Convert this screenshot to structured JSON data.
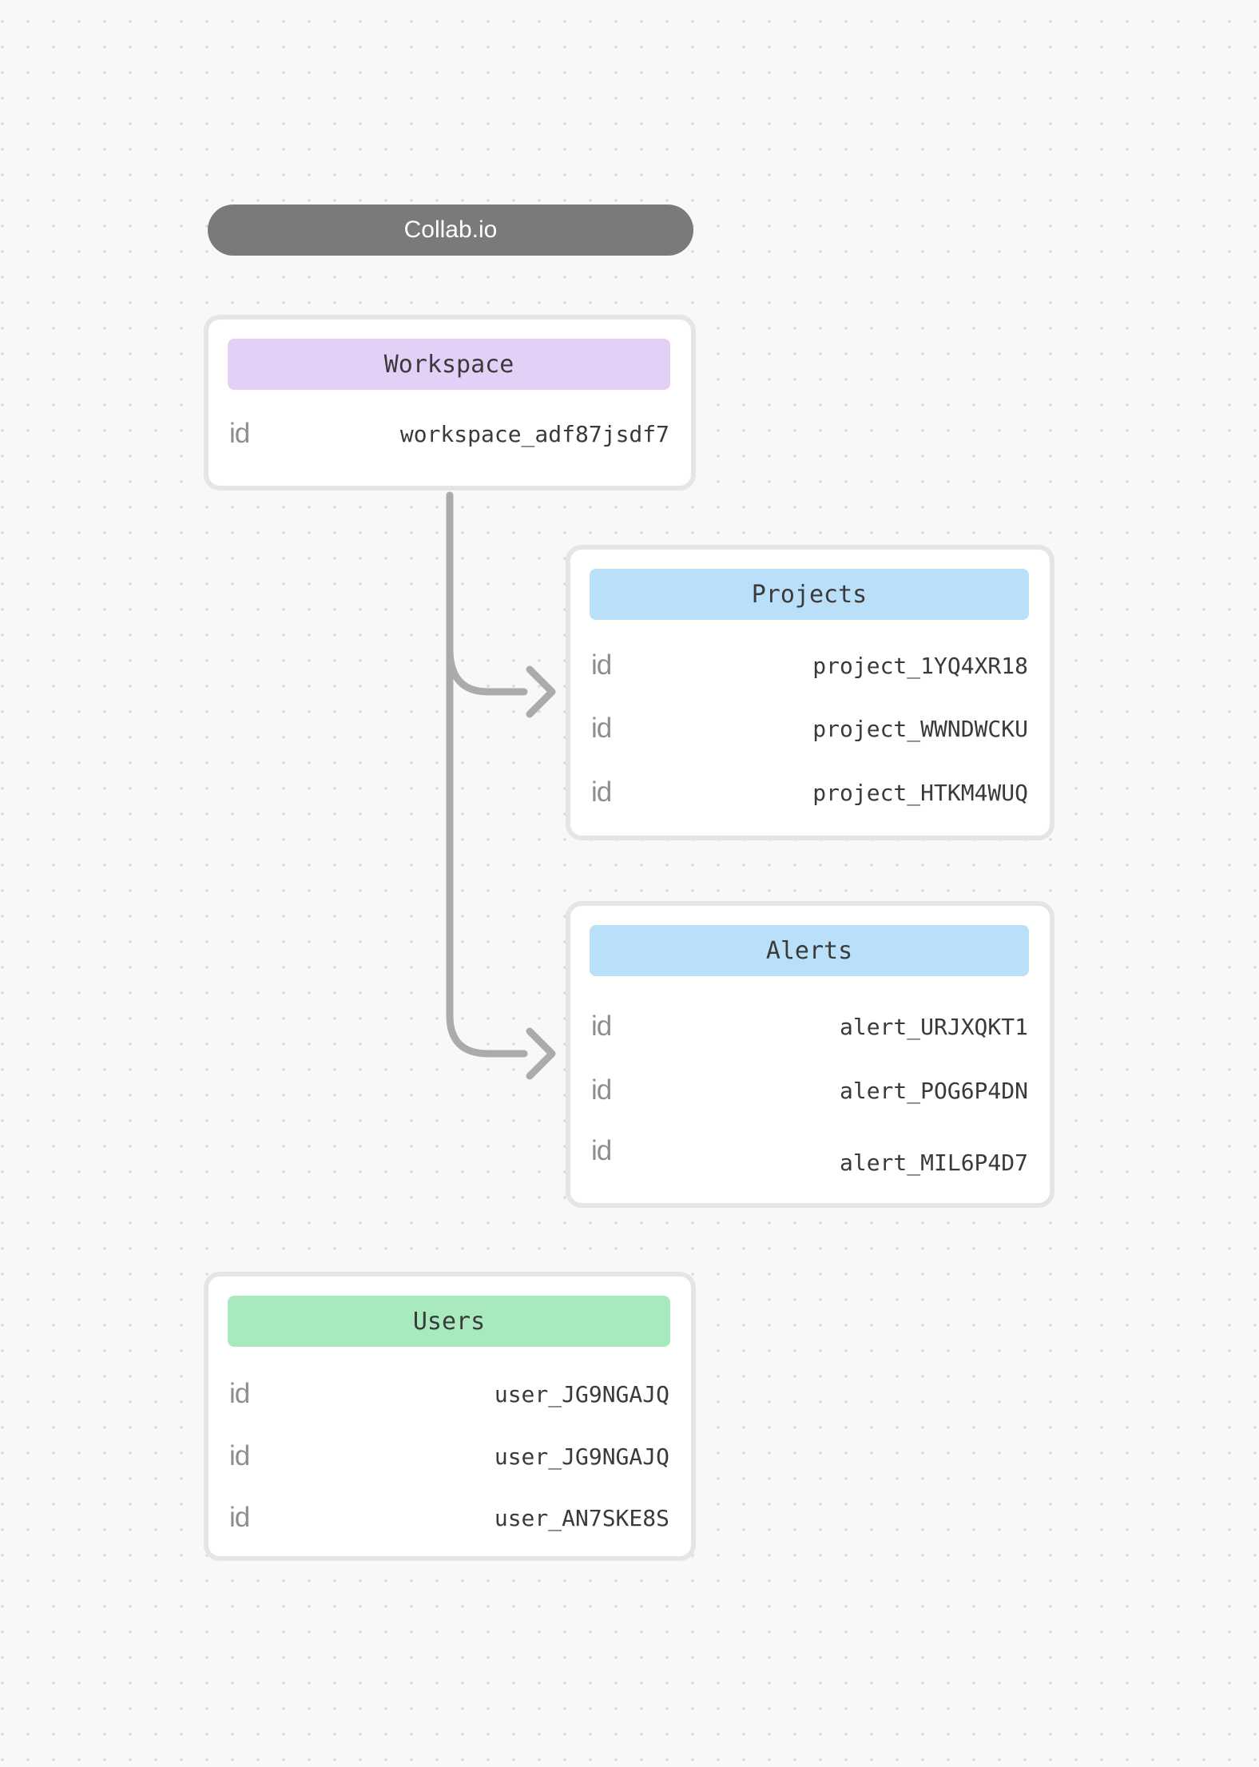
{
  "app": {
    "title": "Collab.io"
  },
  "colors": {
    "pill_bg": "#7a7a7a",
    "purple_header": "#e4d0f7",
    "blue_header": "#b9dff9",
    "green_header": "#a8eabd",
    "connector": "#ababab"
  },
  "entities": [
    {
      "name": "Workspace",
      "header_color": "purple",
      "rows": [
        {
          "key": "id",
          "value": "workspace_adf87jsdf7"
        }
      ]
    },
    {
      "name": "Projects",
      "header_color": "blue",
      "rows": [
        {
          "key": "id",
          "value": "project_1YQ4XR18"
        },
        {
          "key": "id",
          "value": "project_WWNDWCKU"
        },
        {
          "key": "id",
          "value": "project_HTKM4WUQ"
        }
      ]
    },
    {
      "name": "Alerts",
      "header_color": "blue",
      "rows": [
        {
          "key": "id",
          "value": "alert_URJXQKT1"
        },
        {
          "key": "id",
          "value": "alert_POG6P4DN"
        },
        {
          "key": "id",
          "value": "alert_MIL6P4D7"
        }
      ]
    },
    {
      "name": "Users",
      "header_color": "green",
      "rows": [
        {
          "key": "id",
          "value": "user_JG9NGAJQ"
        },
        {
          "key": "id",
          "value": "user_JG9NGAJQ"
        },
        {
          "key": "id",
          "value": "user_AN7SKE8S"
        }
      ]
    }
  ],
  "connections": [
    {
      "from": "Workspace",
      "to": "Projects"
    },
    {
      "from": "Workspace",
      "to": "Alerts"
    }
  ]
}
